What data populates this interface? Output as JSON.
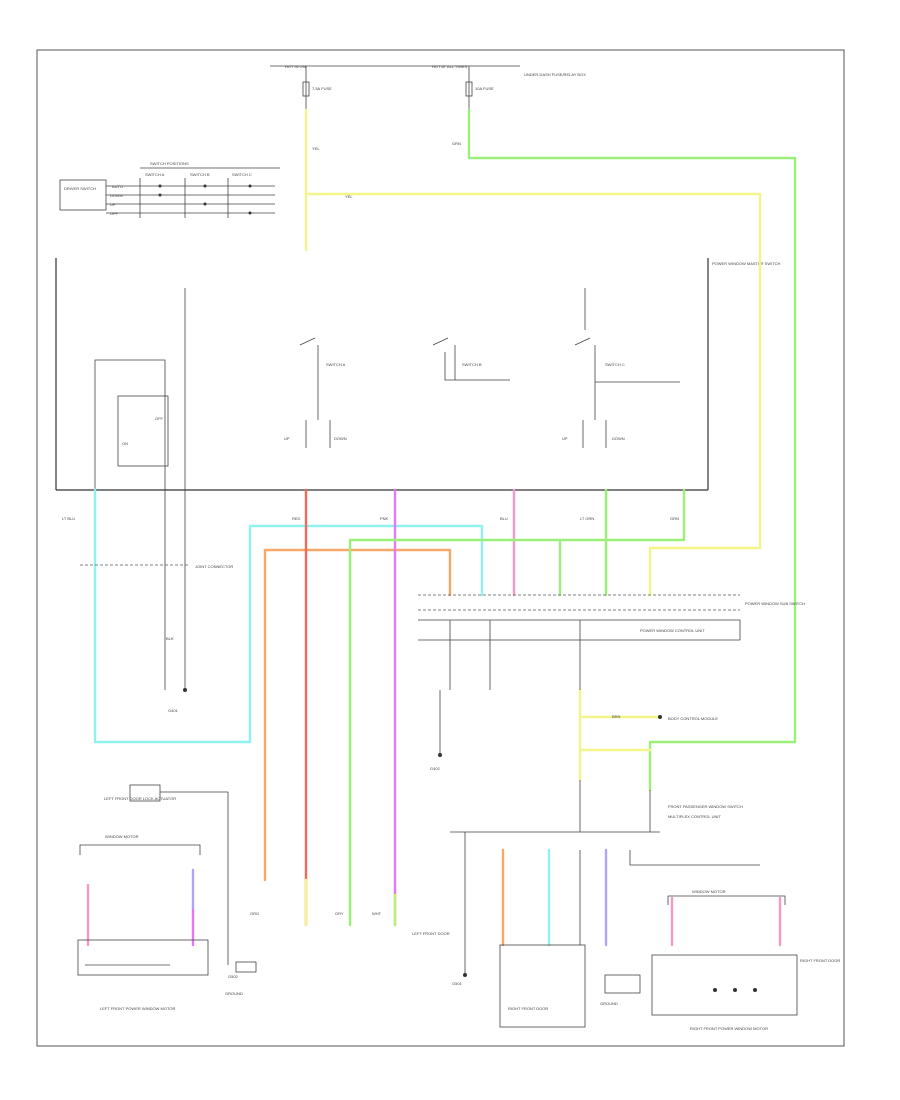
{
  "diagram": {
    "figure_id": "",
    "power_labels": {
      "left": "HOT IN ON",
      "right": "HOT AT ALL TIMES"
    },
    "fuses": {
      "left": "7.5A FUSE",
      "right": "10A FUSE"
    },
    "fuse_box": "UNDER-DASH FUSE/RELAY BOX",
    "power_window_master_switch": "POWER WINDOW MASTER SWITCH",
    "switch_table": {
      "title": "SWITCH POSITIONS",
      "columns": [
        "SWITCH A",
        "SWITCH B",
        "SWITCH C"
      ],
      "rows": [
        "AUTO",
        "DOWN",
        "UP",
        "OFF"
      ],
      "row_label": "DRIVER SWITCH"
    },
    "switch_labels": {
      "a": "SWITCH A",
      "b": "SWITCH B",
      "c": "SWITCH C"
    },
    "contact_labels": {
      "up": "UP",
      "down": "DOWN",
      "off": "OFF",
      "on": "ON"
    },
    "wire_colors": {
      "blu": "BLU",
      "pnk": "PNK",
      "red": "RED",
      "ltblu": "LT BLU",
      "yel": "YEL",
      "grn": "GRN",
      "ltgrn": "LT GRN",
      "org": "ORG",
      "gry": "GRY",
      "blk": "BLK",
      "wht": "WHT",
      "brn": "BRN"
    },
    "junction_connector": "JOINT CONNECTOR",
    "front_passenger_switch": "POWER WINDOW SUB SWITCH",
    "control_unit": "POWER WINDOW CONTROL UNIT",
    "passenger_window_switch": "FRONT PASSENGER WINDOW SWITCH",
    "body_control_label": "BODY CONTROL MODULE",
    "grounds": {
      "g1": "G401",
      "g2": "G402",
      "g3": "G501",
      "g4": "G502"
    },
    "left_side": {
      "motor_title": "WINDOW MOTOR",
      "unit": "LEFT FRONT POWER WINDOW MOTOR",
      "lock_label": "LEFT FRONT DOOR LOCK ACTUATOR",
      "ground": "GROUND"
    },
    "right_side": {
      "motor_title": "WINDOW MOTOR",
      "unit": "RIGHT FRONT POWER WINDOW MOTOR",
      "door_label": "RIGHT FRONT DOOR",
      "ground": "GROUND"
    },
    "center_labels": {
      "left_door": "LEFT FRONT DOOR",
      "right_door": "RIGHT FRONT DOOR",
      "multiplex": "MULTIPLEX CONTROL UNIT"
    },
    "colors": {
      "yellow": "#f3f58a",
      "green": "#9cf07a",
      "cyan": "#8ff2f0",
      "orange": "#f7a868",
      "red": "#f26a5a",
      "magenta": "#e27af3",
      "pink": "#f59ac6",
      "lime": "#b9f56a",
      "violet": "#b3a4f3",
      "line": "#333333"
    }
  }
}
